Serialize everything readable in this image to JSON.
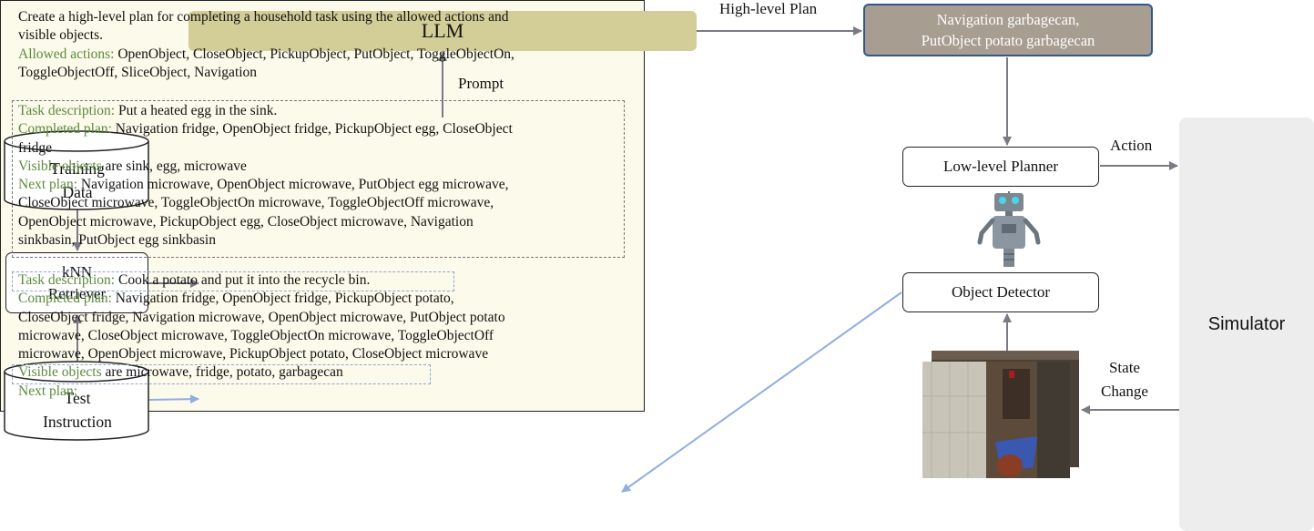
{
  "llm": {
    "label": "LLM"
  },
  "high_level_output": {
    "line1": "Navigation garbagecan,",
    "line2": "PutObject potato garbagecan"
  },
  "low_level_planner": {
    "label": "Low-level Planner"
  },
  "object_detector": {
    "label": "Object Detector"
  },
  "simulator": {
    "label": "Simulator"
  },
  "training_data": {
    "line1": "Training",
    "line2": "Data"
  },
  "knn_retriever": {
    "line1": "kNN",
    "line2": "Retriever"
  },
  "test_instruction": {
    "line1": "Test",
    "line2": "Instruction"
  },
  "edge_labels": {
    "high_level_plan": "High-level Plan",
    "prompt": "Prompt",
    "action": "Action",
    "state_change_1": "State",
    "state_change_2": "Change"
  },
  "prompt_box": {
    "intro_1": "Create a high-level plan for completing a household task using the allowed actions and",
    "intro_2": "visible objects.",
    "allowed_label": "Allowed actions:",
    "allowed_1": " OpenObject, CloseObject, PickupObject, PutObject, ToggleObjectOn,",
    "allowed_2": "ToggleObjectOff, SliceObject, Navigation",
    "example": {
      "task_label": "Task description:",
      "task_text": " Put a heated egg in the sink.",
      "completed_label": "Completed plan:",
      "completed_1": " Navigation fridge, OpenObject fridge, PickupObject egg, CloseObject",
      "completed_2": "fridge",
      "visible_label": "Visible objects",
      "visible_text": " are sink, egg, microwave",
      "next_label": "Next plan:",
      "next_1": " Navigation microwave, OpenObject microwave, PutObject egg microwave,",
      "next_2": "CloseObject microwave, ToggleObjectOn microwave, ToggleObjectOff microwave,",
      "next_3": "OpenObject microwave, PickupObject egg, CloseObject microwave, Navigation",
      "next_4": "sinkbasin, PutObject egg sinkbasin"
    },
    "query": {
      "task_label": "Task description:",
      "task_text": " Cook a potato and put it into the recycle bin.",
      "completed_label": "Completed plan:",
      "completed_1": " Navigation fridge, OpenObject fridge, PickupObject potato,",
      "completed_2": "CloseObject fridge, Navigation microwave, OpenObject microwave, PutObject potato",
      "completed_3": "microwave, CloseObject microwave, ToggleObjectOn microwave, ToggleObjectOff",
      "completed_4": "microwave, OpenObject microwave, PickupObject potato, CloseObject microwave",
      "visible_label": "Visible objects",
      "visible_text": " are microwave, fridge, potato, garbagecan",
      "next_label": "Next plan:"
    }
  },
  "colors": {
    "llm": "#d3cd97",
    "output": "#a79d90",
    "output_border": "#34588c",
    "green_text": "#5c8a3c",
    "prompt_bg": "#fcfaea",
    "arrow": "#7a7a85",
    "blue_arrow": "#92aee0",
    "simulator": "#ededed"
  },
  "icons": {
    "robot": "robot-icon",
    "simulator_view": "simulator-view-image"
  }
}
